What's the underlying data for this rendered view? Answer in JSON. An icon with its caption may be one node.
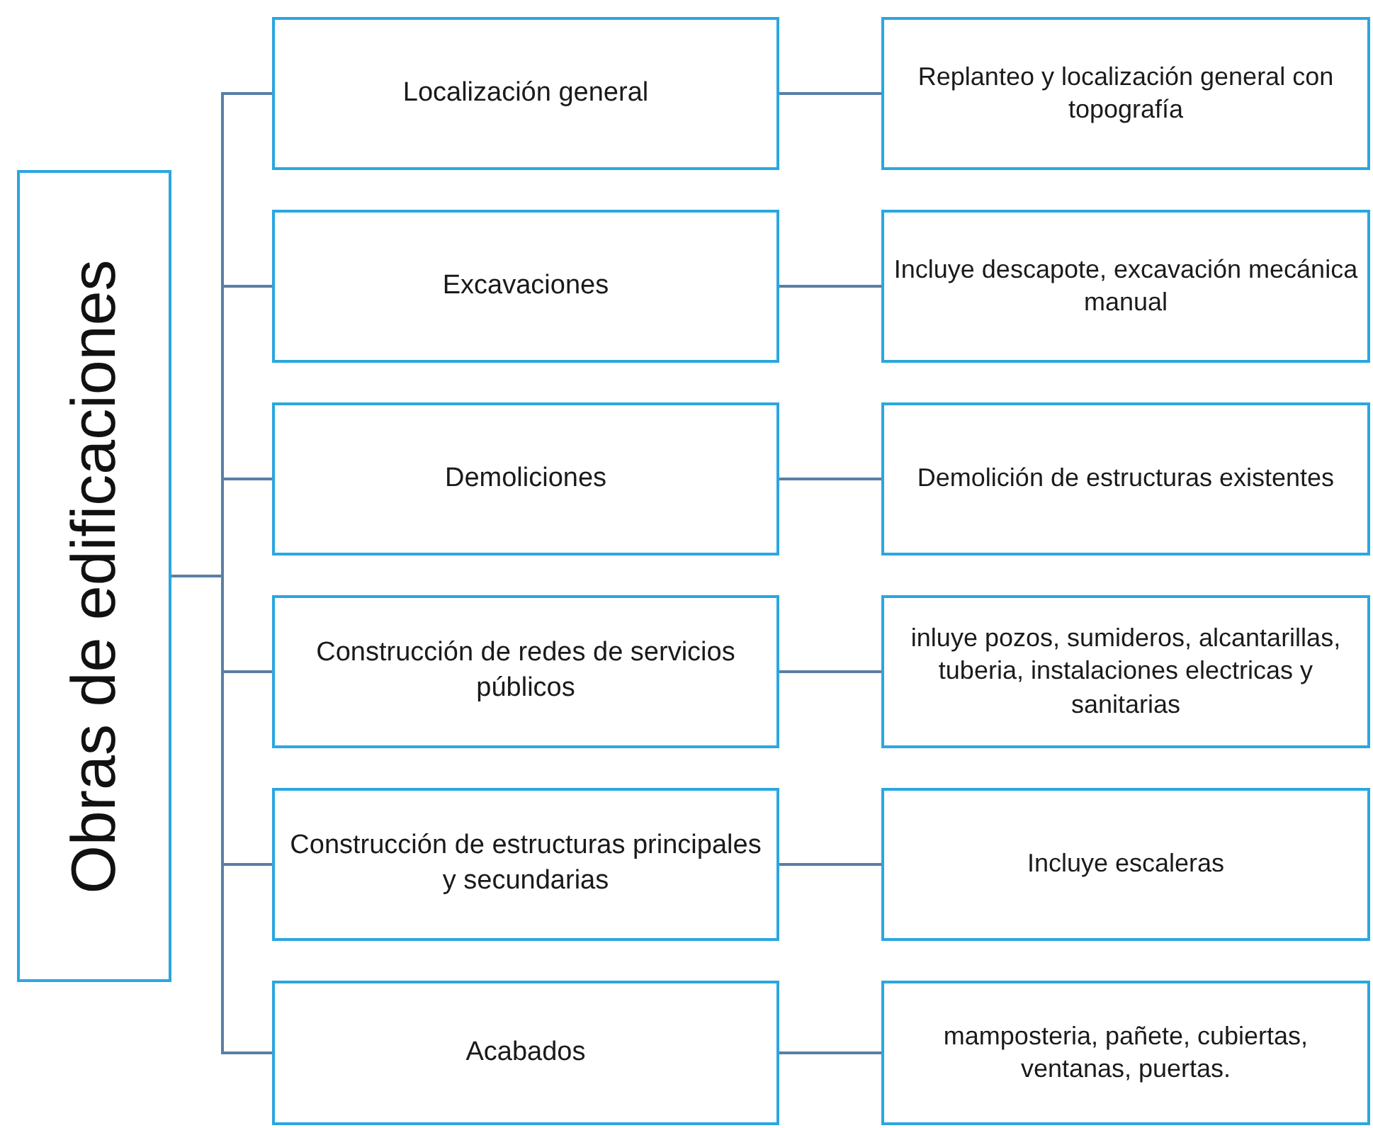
{
  "diagram": {
    "nodes": [
      {
        "text": [
          "Obras de edificaciones"
        ]
      },
      {
        "text": [
          "Localización general"
        ]
      },
      {
        "text": [
          "Replanteo y localización general con topografía"
        ]
      },
      {
        "text": [
          "Excavaciones"
        ]
      },
      {
        "text": [
          "Incluye descapote, excavación mecánica  manual"
        ]
      },
      {
        "text": [
          "Demoliciones"
        ]
      },
      {
        "text": [
          "Demolición de estructuras existentes"
        ]
      },
      {
        "text": [
          "Construcción de redes de servicios públicos"
        ]
      },
      {
        "text": [
          "inluye pozos, sumideros, alcantarillas, tuberia, instalaciones electricas y sanitarias"
        ]
      },
      {
        "text": [
          "Construcción de estructuras principales y secundarias"
        ]
      },
      {
        "text": [
          "Incluye escaleras"
        ]
      },
      {
        "text": [
          "Acabados"
        ]
      },
      {
        "text": [
          "mamposteria, pañete, cubiertas, ventanas, puertas."
        ]
      }
    ],
    "edges": [
      {
        "from": 0,
        "to": 1,
        "arrow": "none"
      },
      {
        "from": 0,
        "to": 3,
        "arrow": "none"
      },
      {
        "from": 0,
        "to": 5,
        "arrow": "none"
      },
      {
        "from": 0,
        "to": 7,
        "arrow": "none"
      },
      {
        "from": 0,
        "to": 9,
        "arrow": "none"
      },
      {
        "from": 0,
        "to": 11,
        "arrow": "none"
      },
      {
        "from": 1,
        "to": 2,
        "arrow": "none"
      },
      {
        "from": 3,
        "to": 4,
        "arrow": "none"
      },
      {
        "from": 5,
        "to": 6,
        "arrow": "none"
      },
      {
        "from": 7,
        "to": 8,
        "arrow": "none"
      },
      {
        "from": 9,
        "to": 10,
        "arrow": "none"
      },
      {
        "from": 11,
        "to": 12,
        "arrow": "none"
      }
    ]
  }
}
